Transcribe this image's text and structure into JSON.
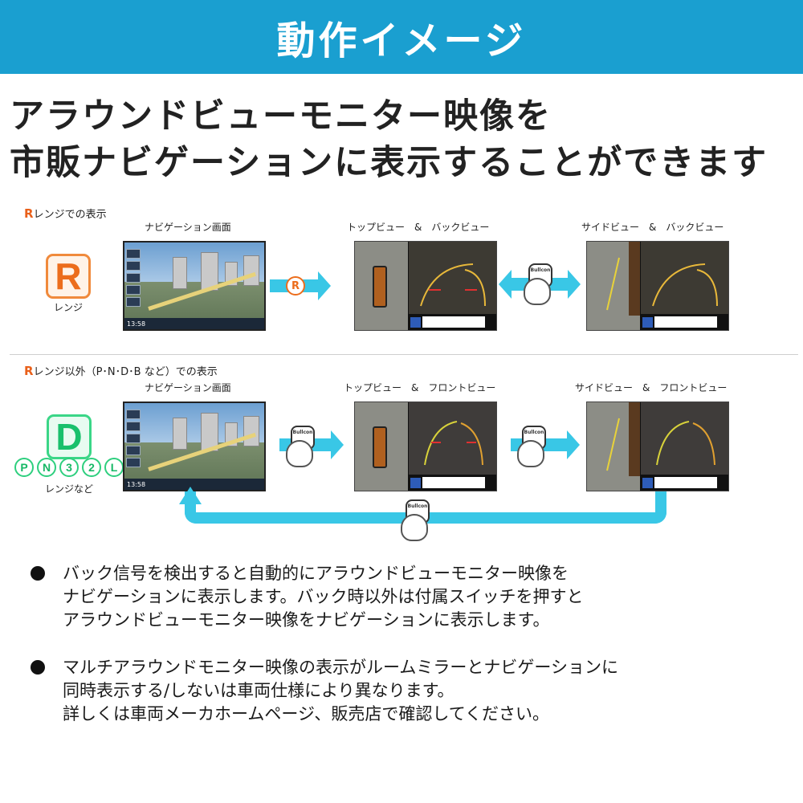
{
  "header": {
    "title": "動作イメージ",
    "bg_color": "#1a9fd0"
  },
  "headline": {
    "line1": "アラウンドビューモニター映像を",
    "line2": "市販ナビゲーションに表示することができます"
  },
  "row1": {
    "caption_r": "R",
    "caption_rest": "レンジでの表示",
    "gear": "R",
    "gear_label": "レンジ",
    "nav_label": "ナビゲーション画面",
    "cam1_label": "トップビュー　&　バックビュー",
    "cam2_label": "サイドビュー　&　バックビュー",
    "arrow_badge": "R"
  },
  "row2": {
    "caption_r": "R",
    "caption_rest": "レンジ以外（P･N･D･B など）での表示",
    "gear": "D",
    "gear_circles": [
      "P",
      "N",
      "3",
      "2",
      "L"
    ],
    "gear_label": "レンジなど",
    "nav_label": "ナビゲーション画面",
    "cam1_label": "トップビュー　&　フロントビュー",
    "cam2_label": "サイドビュー　&　フロントビュー"
  },
  "nav_screen": {
    "time": "13:58"
  },
  "switch_label": "Bullcon",
  "bullets": [
    {
      "lines": [
        "バック信号を検出すると自動的にアラウンドビューモニター映像を",
        "ナビゲーションに表示します。バック時以外は付属スイッチを押すと",
        "アラウンドビューモニター映像をナビゲーションに表示します。"
      ]
    },
    {
      "lines": [
        "マルチアラウンドモニター映像の表示がルームミラーとナビゲーションに",
        "同時表示する/しないは車両仕様により異なります。",
        "詳しくは車両メーカホームページ、販売店で確認してください。"
      ]
    }
  ],
  "colors": {
    "accent": "#39c7e6",
    "r_orange": "#ec6d1c",
    "d_green": "#19c06c"
  }
}
